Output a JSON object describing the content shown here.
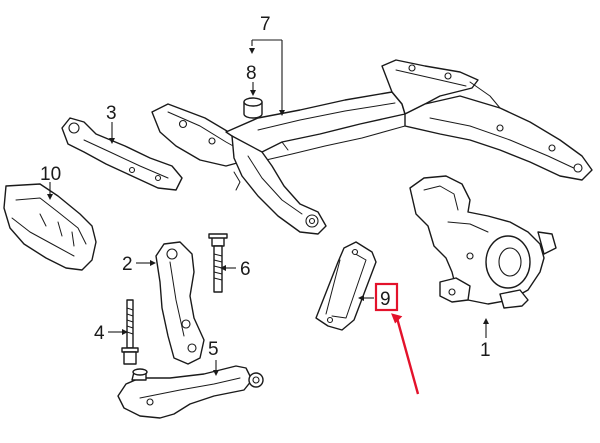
{
  "diagram": {
    "callouts": [
      {
        "id": "1",
        "label": "1"
      },
      {
        "id": "2",
        "label": "2"
      },
      {
        "id": "3",
        "label": "3"
      },
      {
        "id": "4",
        "label": "4"
      },
      {
        "id": "5",
        "label": "5"
      },
      {
        "id": "6",
        "label": "6"
      },
      {
        "id": "7",
        "label": "7"
      },
      {
        "id": "8",
        "label": "8"
      },
      {
        "id": "9",
        "label": "9"
      },
      {
        "id": "10",
        "label": "10"
      }
    ],
    "highlighted_callout": "9",
    "highlight_color": "#e3122b",
    "line_color": "#1a1a1a"
  }
}
